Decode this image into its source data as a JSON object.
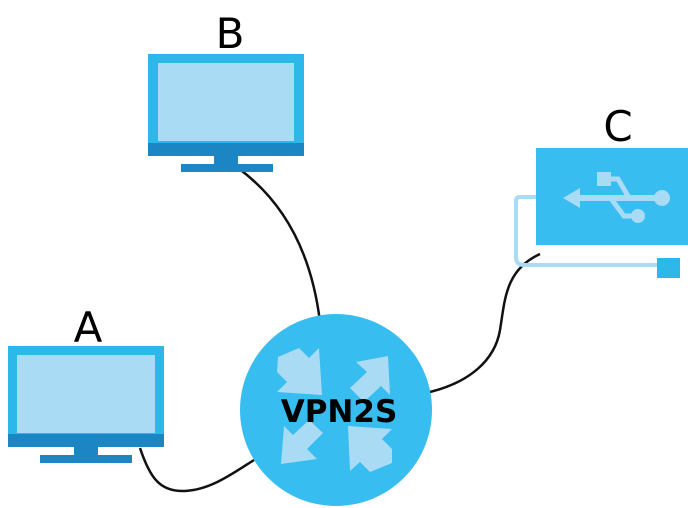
{
  "nodes": {
    "a": {
      "label": "A"
    },
    "b": {
      "label": "B"
    },
    "c": {
      "label": "C"
    },
    "router": {
      "label": "VPN2S"
    }
  },
  "colors": {
    "monitor_frame": "#2eb8ea",
    "monitor_screen": "#a9dbf5",
    "monitor_stand": "#1c86c4",
    "router_fill": "#37bdf0",
    "router_arrows": "#a9dbf5",
    "usb_body": "#37bdf0",
    "usb_cable": "#a9dbf5",
    "usb_symbol": "#a9dbf5",
    "cable": "#111111"
  }
}
